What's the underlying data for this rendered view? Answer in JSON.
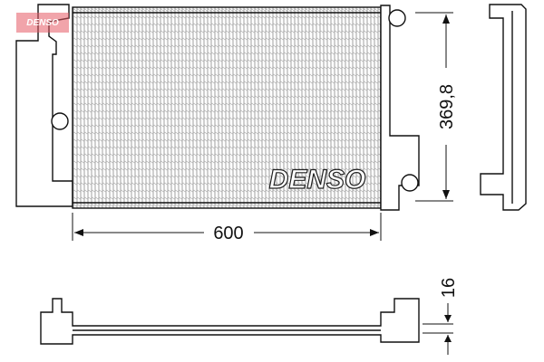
{
  "brand_logo": "DENSO",
  "watermark": "DENSO",
  "dimensions": {
    "width": "600",
    "height": "369,8",
    "thickness": "16"
  },
  "colors": {
    "line": "#111111",
    "watermark": "#e65a64"
  }
}
